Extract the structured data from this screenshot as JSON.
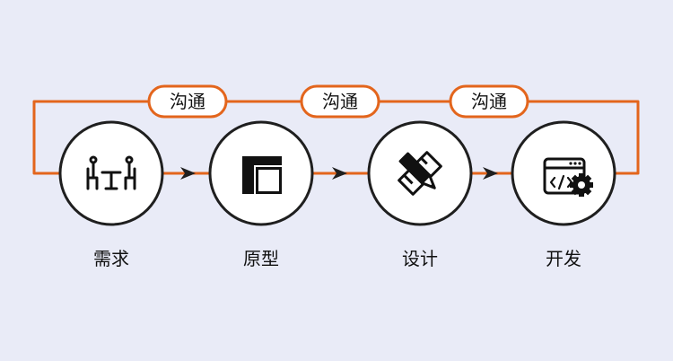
{
  "colors": {
    "background": "#e9ebf7",
    "connector": "#e3651c",
    "node_fill": "#ffffff",
    "node_stroke": "#1f1f1f",
    "pill_fill": "#ffffff"
  },
  "pills": [
    {
      "label": "沟通"
    },
    {
      "label": "沟通"
    },
    {
      "label": "沟通"
    }
  ],
  "steps": [
    {
      "label": "需求",
      "icon": "meeting-people-icon"
    },
    {
      "label": "原型",
      "icon": "layout-wireframe-icon"
    },
    {
      "label": "设计",
      "icon": "pencil-ruler-icon"
    },
    {
      "label": "开发",
      "icon": "code-window-gear-icon"
    }
  ]
}
